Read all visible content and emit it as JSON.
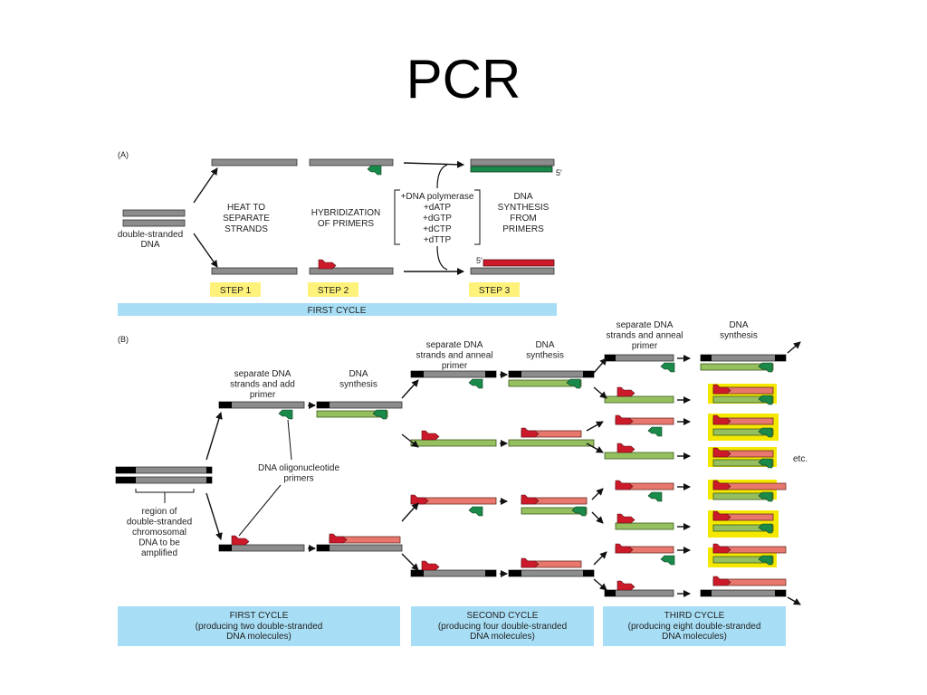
{
  "title": "PCR",
  "colors": {
    "template_strand": "#8c8c8c",
    "strand_end": "#000000",
    "primer": "#cc1a2a",
    "new_strand_top": "#e8786e",
    "new_strand_bottom": "#96c060",
    "primer_bottom": "#1a8a4a",
    "step_label": "#fff27a",
    "cycle_bar": "#a8def5",
    "highlight": "#f5e800"
  },
  "panelA": {
    "tag": "(A)",
    "dsdna_label": [
      "double-stranded",
      "DNA"
    ],
    "heat_label": [
      "HEAT TO",
      "SEPARATE",
      "STRANDS"
    ],
    "hybrid_label": [
      "HYBRIDIZATION",
      "OF PRIMERS"
    ],
    "reagents": [
      "+DNA polymerase",
      "+dATP",
      "+dGTP",
      "+dCTP",
      "+dTTP"
    ],
    "synthesis_label": [
      "DNA",
      "SYNTHESIS",
      "FROM",
      "PRIMERS"
    ],
    "five_prime_top": "5′",
    "five_prime_bottom": "5′",
    "steps": [
      "STEP 1",
      "STEP 2",
      "STEP 3"
    ],
    "cycle_label": "FIRST CYCLE"
  },
  "panelB": {
    "tag": "(B)",
    "col1_label": [
      "separate DNA",
      "strands and add",
      "primer"
    ],
    "col2_label": [
      "DNA",
      "synthesis"
    ],
    "col3_label": [
      "separate DNA",
      "strands and anneal",
      "primer"
    ],
    "col4_label": [
      "DNA",
      "synthesis"
    ],
    "col5_label": [
      "separate DNA",
      "strands and anneal",
      "primer"
    ],
    "col6_label": [
      "DNA",
      "synthesis"
    ],
    "primers_label": [
      "DNA oligonucleotide",
      "primers"
    ],
    "region_label": [
      "region of",
      "double-stranded",
      "chromosomal",
      "DNA to be",
      "amplified"
    ],
    "etc": "etc.",
    "cycles": [
      {
        "name": "FIRST CYCLE",
        "detail": [
          "(producing two double-stranded",
          "DNA molecules)"
        ]
      },
      {
        "name": "SECOND CYCLE",
        "detail": [
          "(producing four double-stranded",
          "DNA molecules)"
        ]
      },
      {
        "name": "THIRD CYCLE",
        "detail": [
          "(producing eight double-stranded",
          "DNA molecules)"
        ]
      }
    ]
  }
}
